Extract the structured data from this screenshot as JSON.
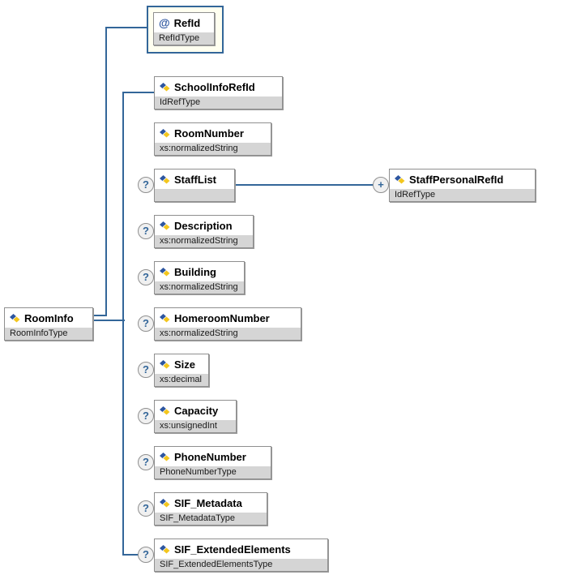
{
  "diagram": {
    "root": {
      "name": "RoomInfo",
      "type": "RoomInfoType"
    },
    "attribute": {
      "name": "RefId",
      "type": "RefIdType"
    },
    "children": [
      {
        "name": "SchoolInfoRefId",
        "type": "IdRefType",
        "optional": false
      },
      {
        "name": "RoomNumber",
        "type": "xs:normalizedString",
        "optional": false
      },
      {
        "name": "StaffList",
        "type": "",
        "optional": true,
        "has_children": true
      },
      {
        "name": "Description",
        "type": "xs:normalizedString",
        "optional": true
      },
      {
        "name": "Building",
        "type": "xs:normalizedString",
        "optional": true
      },
      {
        "name": "HomeroomNumber",
        "type": "xs:normalizedString",
        "optional": true
      },
      {
        "name": "Size",
        "type": "xs:decimal",
        "optional": true
      },
      {
        "name": "Capacity",
        "type": "xs:unsignedInt",
        "optional": true
      },
      {
        "name": "PhoneNumber",
        "type": "PhoneNumberType",
        "optional": true
      },
      {
        "name": "SIF_Metadata",
        "type": "SIF_MetadataType",
        "optional": true
      },
      {
        "name": "SIF_ExtendedElements",
        "type": "SIF_ExtendedElementsType",
        "optional": true
      }
    ],
    "grandchild": {
      "name": "StaffPersonalRefId",
      "type": "IdRefType"
    },
    "markers": {
      "optional": "?",
      "expand": "+",
      "attribute": "@"
    },
    "colors": {
      "connector_line": "#336699",
      "attribute_frame_border": "#336699",
      "attribute_frame_fill": "#fffff0",
      "node_border": "#8f8f8f",
      "node_type_bg": "#d5d5d5",
      "icon_blue": "#2d56a0",
      "icon_yellow": "#f3c61d",
      "marker_text": "#336699"
    }
  }
}
